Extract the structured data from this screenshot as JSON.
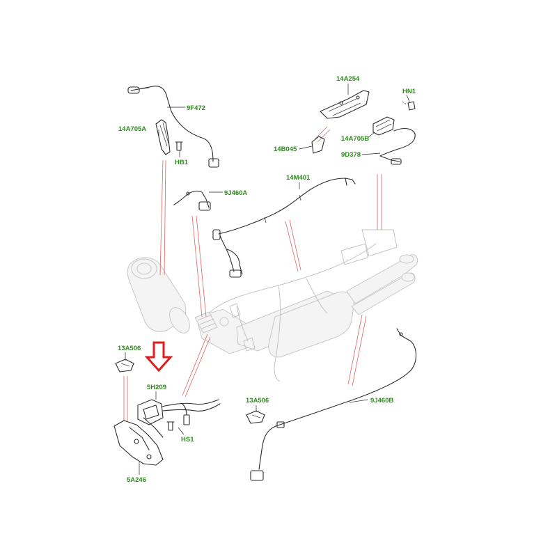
{
  "diagram": {
    "labels": {
      "l9F472": "9F472",
      "l14A705A": "14A705A",
      "lHB1": "HB1",
      "l9J460A": "9J460A",
      "l14M401": "14M401",
      "l14A254": "14A254",
      "lHN1": "HN1",
      "l14A705B": "14A705B",
      "l14B045": "14B045",
      "l9D378": "9D378",
      "l13A506a": "13A506",
      "l5H209": "5H209",
      "lHS1": "HS1",
      "l5A246": "5A246",
      "l13A506b": "13A506",
      "l9J460B": "9J460B"
    },
    "colors": {
      "label_text": "#2e8b1e",
      "callout_arrow": "#e01b1b",
      "reference_lines": "#e06060"
    },
    "highlighted_part": "5H209"
  }
}
